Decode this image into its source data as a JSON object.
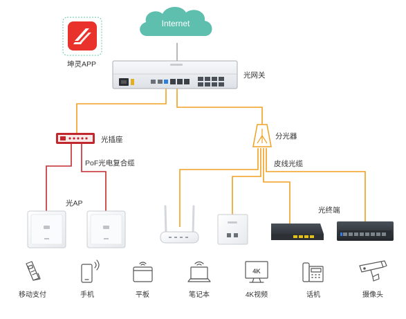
{
  "internet": {
    "label": "Internet",
    "color": "#5fbfae"
  },
  "app": {
    "label": "坤灵APP",
    "color": "#e8322b"
  },
  "gateway": {
    "label": "光网关"
  },
  "power_outlet": {
    "label": "光插座"
  },
  "splitter": {
    "label": "分光器"
  },
  "cables": {
    "pof_label": "PoF光电复合缆",
    "drop_label": "皮线光缆",
    "fiber_color": "#f0a020",
    "copper_color": "#c0282d"
  },
  "ap_group": {
    "label": "光AP"
  },
  "terminal_group": {
    "label": "光终端"
  },
  "devices": [
    {
      "icon": "pos-terminal-icon",
      "label": "移动支付"
    },
    {
      "icon": "mobile-phone-icon",
      "label": "手机"
    },
    {
      "icon": "tablet-icon",
      "label": "平板"
    },
    {
      "icon": "laptop-icon",
      "label": "笔记本"
    },
    {
      "icon": "4k-tv-icon",
      "label": "4K视频",
      "badge": "4K"
    },
    {
      "icon": "desk-phone-icon",
      "label": "话机"
    },
    {
      "icon": "camera-icon",
      "label": "摄像头"
    }
  ]
}
